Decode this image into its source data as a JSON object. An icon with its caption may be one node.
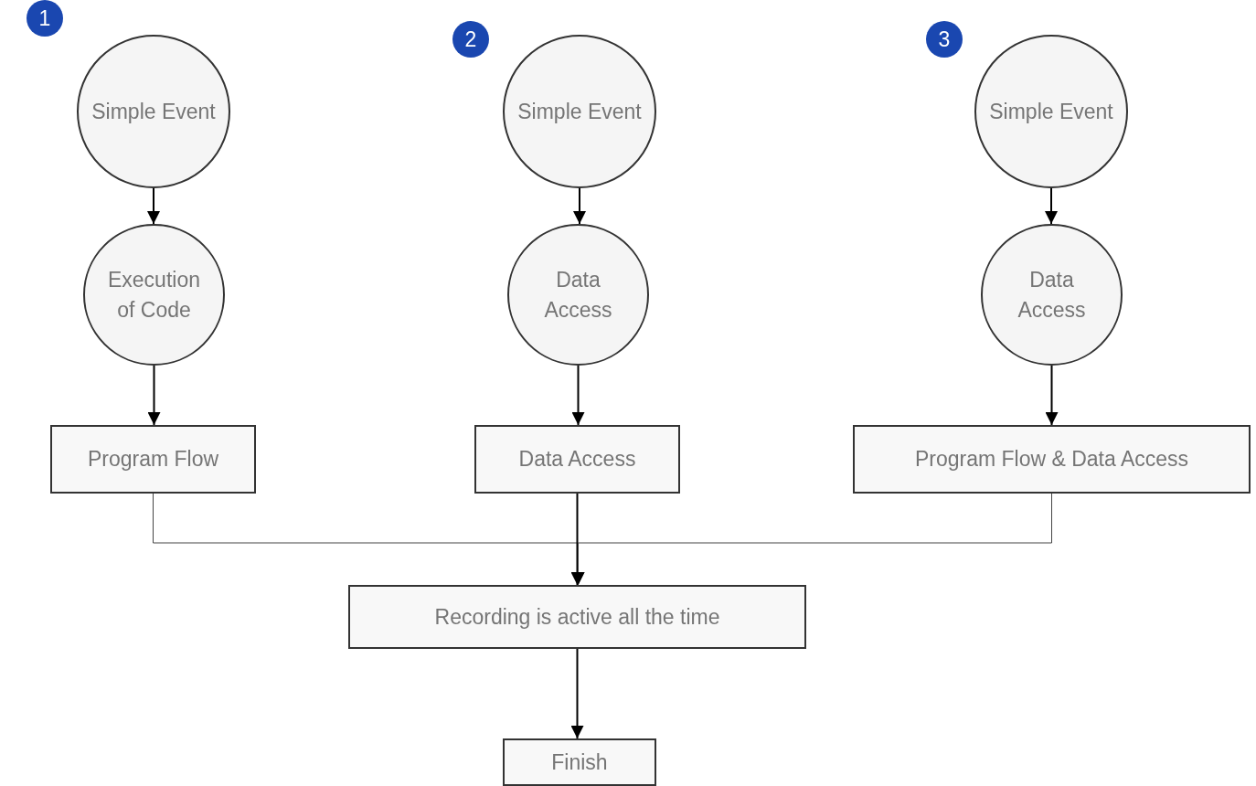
{
  "diagram": {
    "nodes": [
      {
        "text": [
          "1"
        ]
      },
      {
        "text": [
          "Simple Event"
        ]
      },
      {
        "text": [
          "Execution of Code"
        ]
      },
      {
        "text": [
          "Program Flow"
        ]
      },
      {
        "text": [
          "2"
        ]
      },
      {
        "text": [
          "Simple Event"
        ]
      },
      {
        "text": [
          "Data Access"
        ]
      },
      {
        "text": [
          "Data Access"
        ]
      },
      {
        "text": [
          "3"
        ]
      },
      {
        "text": [
          "Simple Event"
        ]
      },
      {
        "text": [
          "Data Access"
        ]
      },
      {
        "text": [
          "Program Flow & Data Access"
        ]
      },
      {
        "text": [
          "Recording is active all the time"
        ]
      },
      {
        "text": [
          "Finish"
        ]
      }
    ],
    "edges": [
      {
        "from": 1,
        "to": 2,
        "arrow": "to"
      },
      {
        "from": 2,
        "to": 3,
        "arrow": "to"
      },
      {
        "from": 5,
        "to": 6,
        "arrow": "to"
      },
      {
        "from": 6,
        "to": 7,
        "arrow": "to"
      },
      {
        "from": 9,
        "to": 10,
        "arrow": "to"
      },
      {
        "from": 10,
        "to": 11,
        "arrow": "to"
      },
      {
        "from": 3,
        "to": 12,
        "arrow": "to"
      },
      {
        "from": 7,
        "to": 12,
        "arrow": "to"
      },
      {
        "from": 11,
        "to": 12,
        "arrow": "to"
      },
      {
        "from": 12,
        "to": 13,
        "arrow": "to"
      }
    ]
  }
}
